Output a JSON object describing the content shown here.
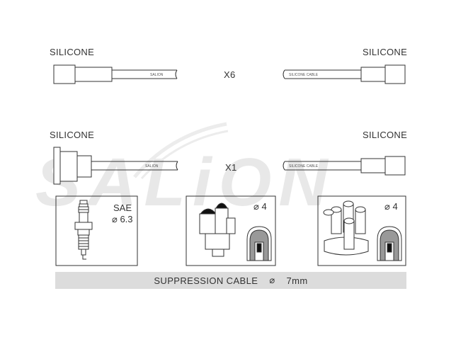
{
  "watermark": "SALiON",
  "rows": [
    {
      "left_label": "SILICONE",
      "right_label": "SILICONE",
      "quantity": "X6",
      "left_print": "SALION",
      "right_print": "SILICONE CABLE"
    },
    {
      "left_label": "SILICONE",
      "right_label": "SILICONE",
      "quantity": "X1",
      "left_print": "SALION",
      "right_print": "SILICONE CABLE"
    }
  ],
  "components": [
    {
      "line1": "SAE",
      "line2": "⌀ 6.3"
    },
    {
      "line1": "⌀ 4"
    },
    {
      "line1": "⌀ 4"
    }
  ],
  "footer": {
    "label": "SUPPRESSION CABLE",
    "symbol": "⌀",
    "size": "7mm"
  },
  "colors": {
    "line": "#333333",
    "footer_bg": "#dcdcdc",
    "watermark": "#e6e6e6",
    "dark_fill": "#111111"
  }
}
